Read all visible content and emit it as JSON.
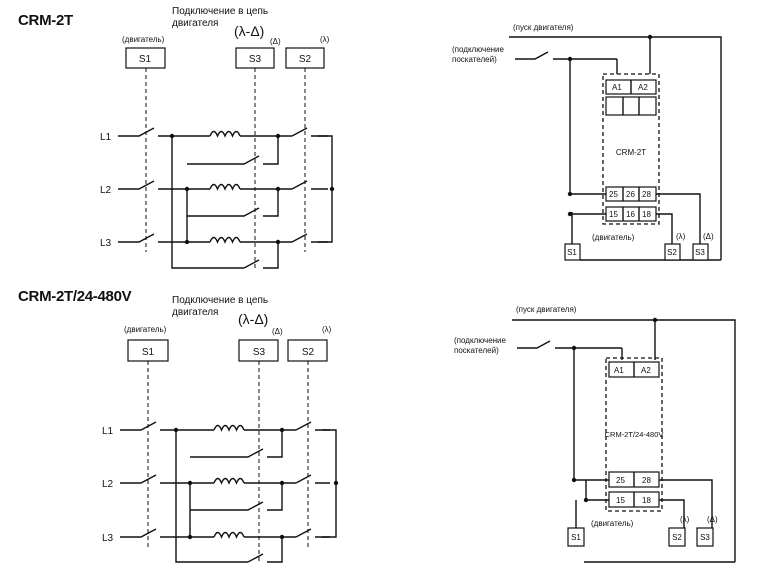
{
  "top_diagram": {
    "model_title": "CRM-2T",
    "caption_line1": "Подключение в цепь",
    "caption_line2": "двигателя",
    "caption_symbol": "(λ-Δ)",
    "s1_tag": "(двигатель)",
    "s3_tag": "(Δ)",
    "s2_tag": "(λ)",
    "switches": [
      "S1",
      "S3",
      "S2"
    ],
    "phases": [
      "L1",
      "L2",
      "L3"
    ]
  },
  "top_wiring": {
    "start_label": "(пуск двигателя)",
    "contactor_label_line1": "(подключение",
    "contactor_label_line2": "поскателей)",
    "relay_name": "CRM-2T",
    "terminals_top": [
      "A1",
      "A2"
    ],
    "terminals_mid": [
      "25",
      "26",
      "28"
    ],
    "terminals_bot": [
      "15",
      "16",
      "18"
    ],
    "motor_label": "(двигатель)",
    "lambda_label": "(λ)",
    "delta_label": "(Δ)",
    "s_boxes": [
      "S1",
      "S2",
      "S3"
    ]
  },
  "bottom_diagram": {
    "model_title": "CRM-2T/24-480V",
    "caption_line1": "Подключение в цепь",
    "caption_line2": "двигателя",
    "caption_symbol": "(λ-Δ)",
    "s1_tag": "(двигатель)",
    "s3_tag": "(Δ)",
    "s2_tag": "(λ)",
    "switches": [
      "S1",
      "S3",
      "S2"
    ],
    "phases": [
      "L1",
      "L2",
      "L3"
    ]
  },
  "bottom_wiring": {
    "start_label": "(пуск двигателя)",
    "contactor_label_line1": "(подключение",
    "contactor_label_line2": "поскателей)",
    "relay_name": "CRM-2T/24-480V",
    "terminals_top": [
      "A1",
      "A2"
    ],
    "terminals_mid": [
      "25",
      "28"
    ],
    "terminals_bot": [
      "15",
      "18"
    ],
    "motor_label": "(двигатель)",
    "lambda_label": "(λ)",
    "delta_label": "(Δ)",
    "s_boxes": [
      "S1",
      "S2",
      "S3"
    ]
  }
}
